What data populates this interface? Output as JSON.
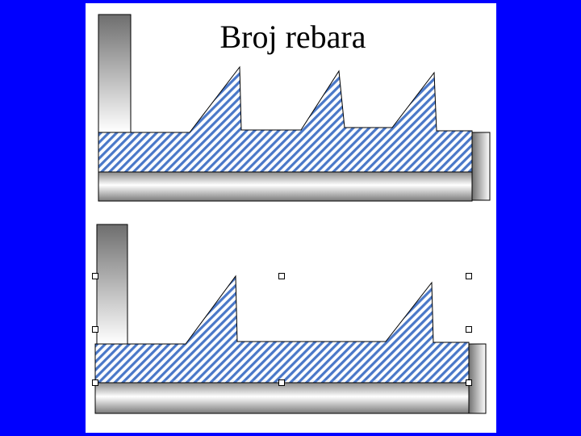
{
  "slide": {
    "title": "Broj rebara",
    "background_color": "#0000ff",
    "page_color": "#ffffff",
    "hatch_color": "#4a78c8"
  },
  "diagrams": [
    {
      "name": "three-fin-profile",
      "fin_count": 3
    },
    {
      "name": "two-fin-profile",
      "fin_count": 2,
      "selected": true
    }
  ]
}
